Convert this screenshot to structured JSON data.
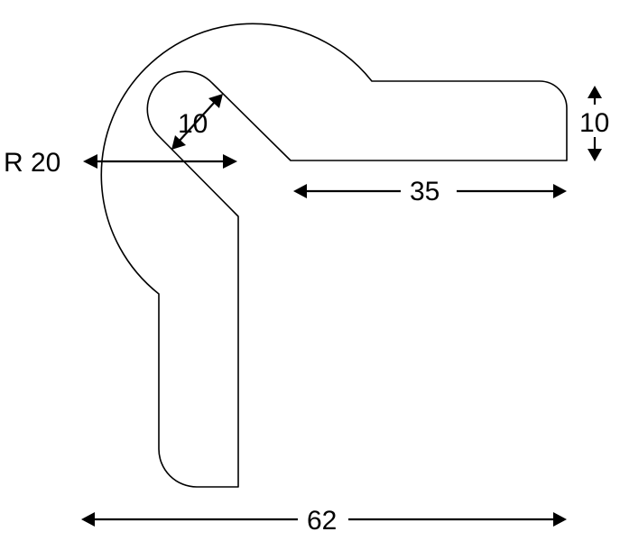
{
  "dimensions": {
    "radius": "R 20",
    "slot_width": "10",
    "arm_thickness": "10",
    "arm_length": "35",
    "overall_width": "62"
  }
}
